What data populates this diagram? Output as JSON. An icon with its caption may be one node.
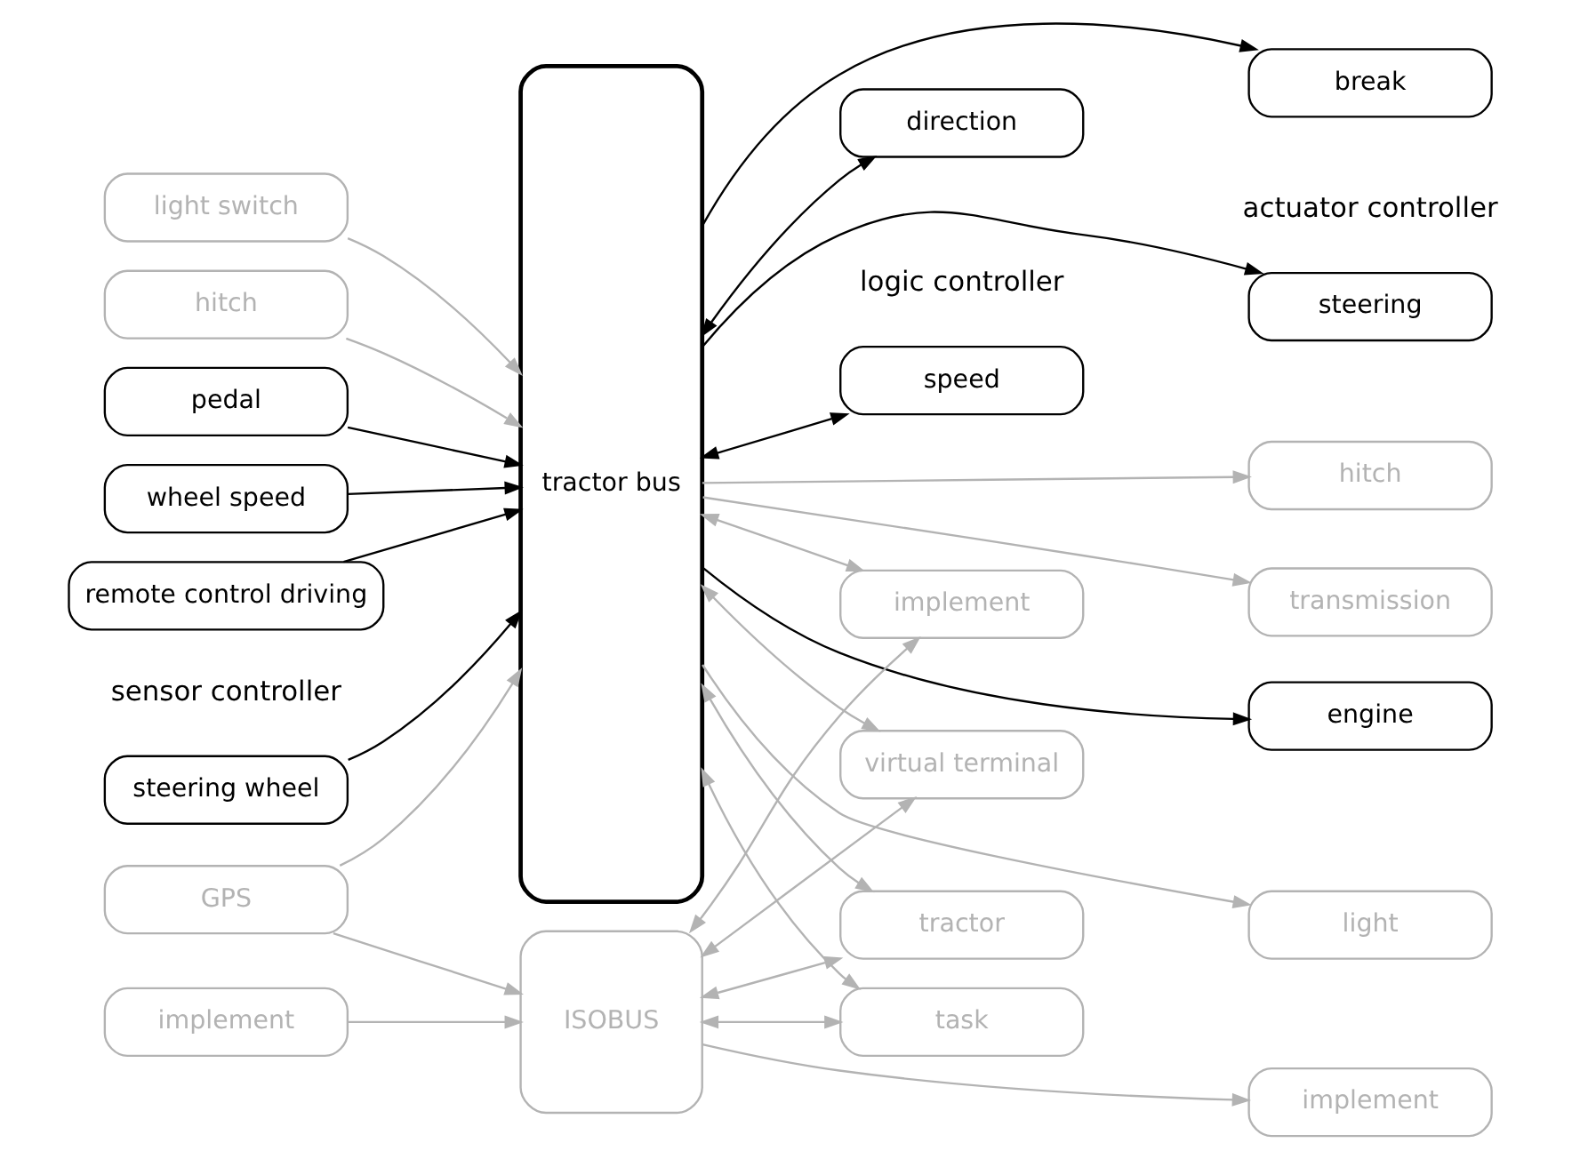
{
  "diagram": {
    "nodes": [
      {
        "text": [
          "tractor bus"
        ]
      },
      {
        "text": [
          "steering wheel"
        ]
      },
      {
        "text": [
          "pedal"
        ]
      },
      {
        "text": [
          "wheel speed"
        ]
      },
      {
        "text": [
          "remote control driving"
        ]
      },
      {
        "text": [
          "light switch"
        ]
      },
      {
        "text": [
          "hitch"
        ]
      },
      {
        "text": [
          "GPS"
        ]
      },
      {
        "text": [
          "implement"
        ]
      },
      {
        "text": [
          "speed"
        ]
      },
      {
        "text": [
          "direction"
        ]
      },
      {
        "text": [
          "tractor"
        ]
      },
      {
        "text": [
          "virtual terminal"
        ]
      },
      {
        "text": [
          "task"
        ]
      },
      {
        "text": [
          "implement"
        ]
      },
      {
        "text": [
          "steering"
        ]
      },
      {
        "text": [
          "break"
        ]
      },
      {
        "text": [
          "engine"
        ]
      },
      {
        "text": [
          "transmission"
        ]
      },
      {
        "text": [
          "light"
        ]
      },
      {
        "text": [
          "hitch"
        ]
      },
      {
        "text": [
          "ISOBUS"
        ]
      },
      {
        "text": [
          "implement"
        ]
      }
    ],
    "edges": [
      {
        "from": 1,
        "to": 0,
        "arrow": "to",
        "color": "#000000"
      },
      {
        "from": 2,
        "to": 0,
        "arrow": "to",
        "color": "#000000"
      },
      {
        "from": 3,
        "to": 0,
        "arrow": "to",
        "color": "#000000"
      },
      {
        "from": 4,
        "to": 0,
        "arrow": "to",
        "color": "#000000"
      },
      {
        "from": 5,
        "to": 0,
        "arrow": "to"
      },
      {
        "from": 6,
        "to": 0,
        "arrow": "to"
      },
      {
        "from": 7,
        "to": 0,
        "arrow": "to"
      },
      {
        "from": 0,
        "to": 9,
        "arrow": "both",
        "color": "#000000"
      },
      {
        "from": 0,
        "to": 10,
        "arrow": "both",
        "color": "#000000"
      },
      {
        "from": 0,
        "to": 11,
        "arrow": "both"
      },
      {
        "from": 0,
        "to": 12,
        "arrow": "both"
      },
      {
        "from": 0,
        "to": 13,
        "arrow": "both"
      },
      {
        "from": 0,
        "to": 14,
        "arrow": "both"
      },
      {
        "from": 0,
        "to": 15,
        "arrow": "to",
        "color": "#000000"
      },
      {
        "from": 0,
        "to": 16,
        "arrow": "to",
        "color": "#000000"
      },
      {
        "from": 0,
        "to": 17,
        "arrow": "to",
        "color": "#000000"
      },
      {
        "from": 0,
        "to": 18,
        "arrow": "to"
      },
      {
        "from": 0,
        "to": 19,
        "arrow": "to"
      },
      {
        "from": 0,
        "to": 20,
        "arrow": "to"
      },
      {
        "from": 7,
        "to": 21,
        "arrow": "to"
      },
      {
        "from": 8,
        "to": 21,
        "arrow": "to"
      },
      {
        "from": 14,
        "to": 21,
        "arrow": "both"
      },
      {
        "from": 21,
        "to": 13,
        "arrow": "both"
      },
      {
        "from": 21,
        "to": 12,
        "arrow": "both"
      },
      {
        "from": 21,
        "to": 11,
        "arrow": "both"
      },
      {
        "from": 21,
        "to": 22,
        "arrow": "to"
      }
    ],
    "labels": [
      "sensor controller",
      "logic controller",
      "actuator controller"
    ]
  }
}
